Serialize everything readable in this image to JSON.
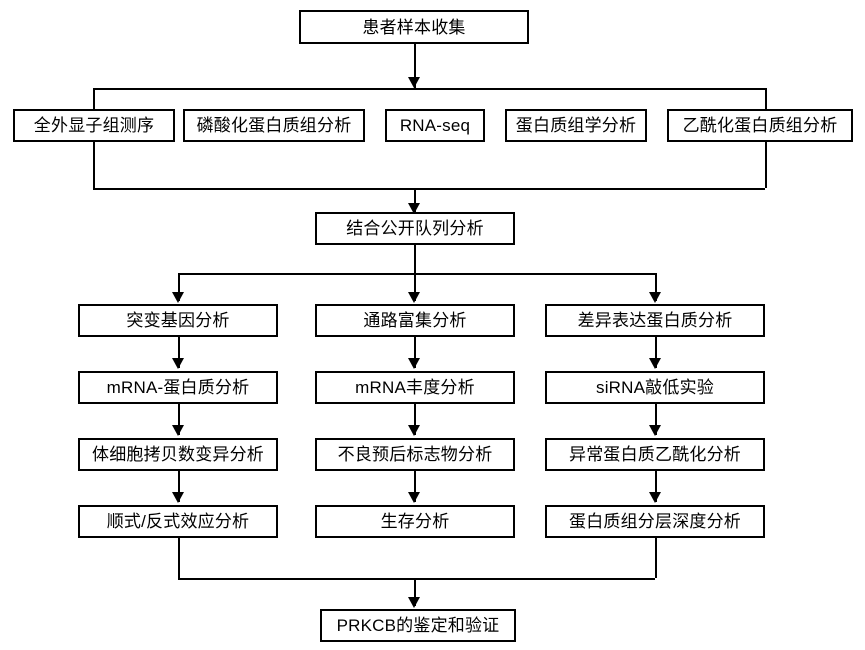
{
  "diagram": {
    "title": "Multi-omics analysis workflow flowchart",
    "orientation": "top-to-bottom",
    "line_color": "#000000",
    "background_color": "#ffffff",
    "box_fill": "#ffffff"
  },
  "nodes": {
    "root": {
      "label": "患者样本收集"
    },
    "omics": [
      {
        "label": "全外显子组测序"
      },
      {
        "label": "磷酸化蛋白质组分析"
      },
      {
        "label": "RNA-seq"
      },
      {
        "label": "蛋白质组学分析"
      },
      {
        "label": "乙酰化蛋白质组分析"
      }
    ],
    "cohort": {
      "label": "结合公开队列分析"
    },
    "columns": [
      {
        "name": "mutation-branch",
        "steps": [
          {
            "label": "突变基因分析"
          },
          {
            "label": "mRNA-蛋白质分析"
          },
          {
            "label": "体细胞拷贝数变异分析"
          },
          {
            "label": "顺式/反式效应分析"
          }
        ]
      },
      {
        "name": "pathway-branch",
        "steps": [
          {
            "label": "通路富集分析"
          },
          {
            "label": "mRNA丰度分析"
          },
          {
            "label": "不良预后标志物分析"
          },
          {
            "label": "生存分析"
          }
        ]
      },
      {
        "name": "protein-branch",
        "steps": [
          {
            "label": "差异表达蛋白质分析"
          },
          {
            "label": "siRNA敲低实验"
          },
          {
            "label": "异常蛋白质乙酰化分析"
          },
          {
            "label": "蛋白质组分层深度分析"
          }
        ]
      }
    ],
    "outcome": {
      "label": "PRKCB的鉴定和验证"
    }
  }
}
